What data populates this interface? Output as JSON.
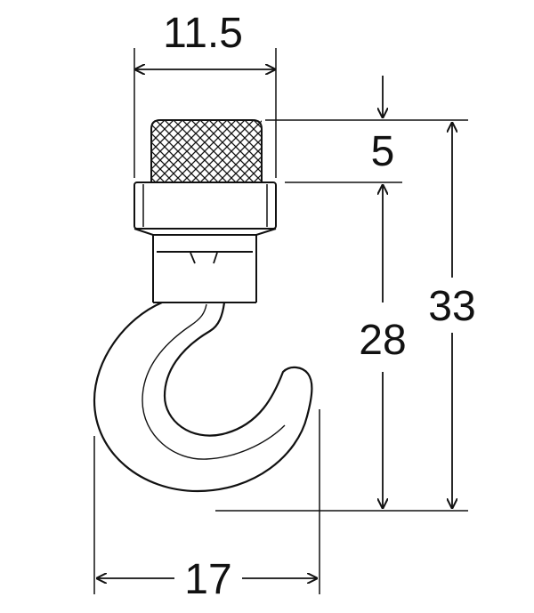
{
  "dimensions": {
    "top_width": "11.5",
    "knurl_height": "5",
    "overall_height": "33",
    "lower_height": "28",
    "hook_width": "17"
  },
  "colors": {
    "ink": "#111111",
    "background": "#ffffff"
  }
}
